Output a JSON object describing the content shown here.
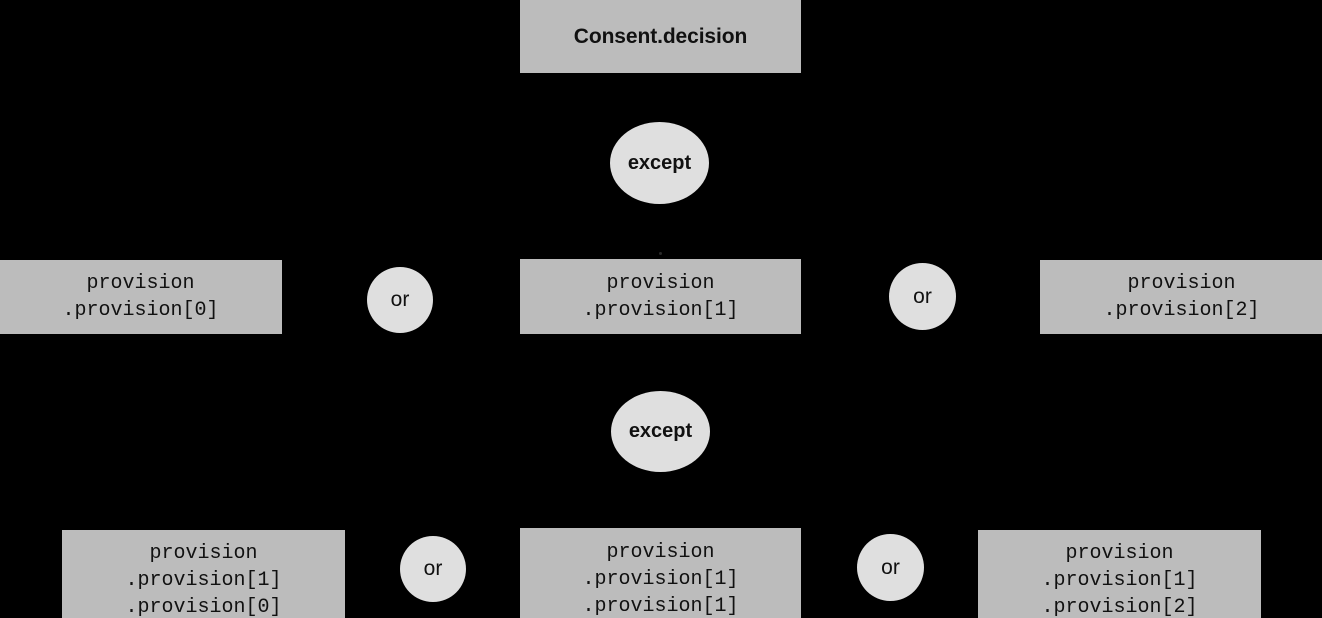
{
  "diagram": {
    "title": "Consent.decision",
    "background_color": "#000000",
    "box_color": "#bcbcbc",
    "circle_color": "#dfdfdf",
    "text_color": "#111111",
    "root": {
      "label": "Consent.decision",
      "name": "consent-decision-node"
    },
    "operators": {
      "except": "except",
      "or": "or"
    },
    "levels": [
      {
        "level": 1,
        "operator": "except",
        "operator_name": "except-operator-level-1",
        "nodes": [
          {
            "name": "provision-0-node",
            "lines": [
              "provision",
              ".provision[0]"
            ]
          },
          {
            "name": "provision-1-node",
            "lines": [
              "provision",
              ".provision[1]"
            ]
          },
          {
            "name": "provision-2-node",
            "lines": [
              "provision",
              ".provision[2]"
            ]
          }
        ],
        "joiners": [
          "or",
          "or"
        ]
      },
      {
        "level": 2,
        "operator": "except",
        "operator_name": "except-operator-level-2",
        "nodes": [
          {
            "name": "provision-1-0-node",
            "lines": [
              "provision",
              ".provision[1]",
              ".provision[0]"
            ]
          },
          {
            "name": "provision-1-1-node",
            "lines": [
              "provision",
              ".provision[1]",
              ".provision[1]"
            ]
          },
          {
            "name": "provision-1-2-node",
            "lines": [
              "provision",
              ".provision[1]",
              ".provision[2]"
            ]
          }
        ],
        "joiners": [
          "or",
          "or"
        ]
      }
    ]
  }
}
